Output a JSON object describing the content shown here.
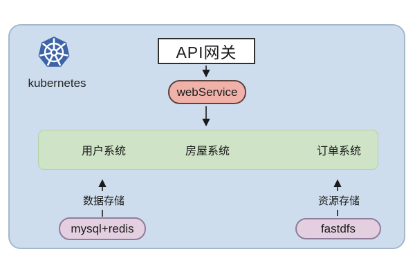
{
  "diagram": {
    "branding": {
      "label": "kubernetes",
      "logo_icon": "kubernetes-helm-wheel"
    },
    "gateway": {
      "label": "API网关"
    },
    "service": {
      "label": "webService"
    },
    "systems": {
      "items": [
        {
          "label": "用户系统"
        },
        {
          "label": "房屋系统"
        },
        {
          "label": "订单系统"
        }
      ]
    },
    "storage_left": {
      "caption": "数据存储",
      "label": "mysql+redis"
    },
    "storage_right": {
      "caption": "资源存储",
      "label": "fastdfs"
    },
    "colors": {
      "panel_bg": "#cedded",
      "panel_border": "#a3b8cb",
      "systems_band_bg": "#cfe3c7",
      "systems_band_border": "#b5cfa9",
      "gateway_bg": "#ffffff",
      "gateway_border": "#2f2f2f",
      "service_bg": "#f0b1a9",
      "service_border": "#5d4340",
      "storage_bg": "#e3cfe0",
      "storage_border": "#8f7d99",
      "kubernetes_blue": "#3c64a6",
      "arrow": "#1a1a1a"
    }
  }
}
